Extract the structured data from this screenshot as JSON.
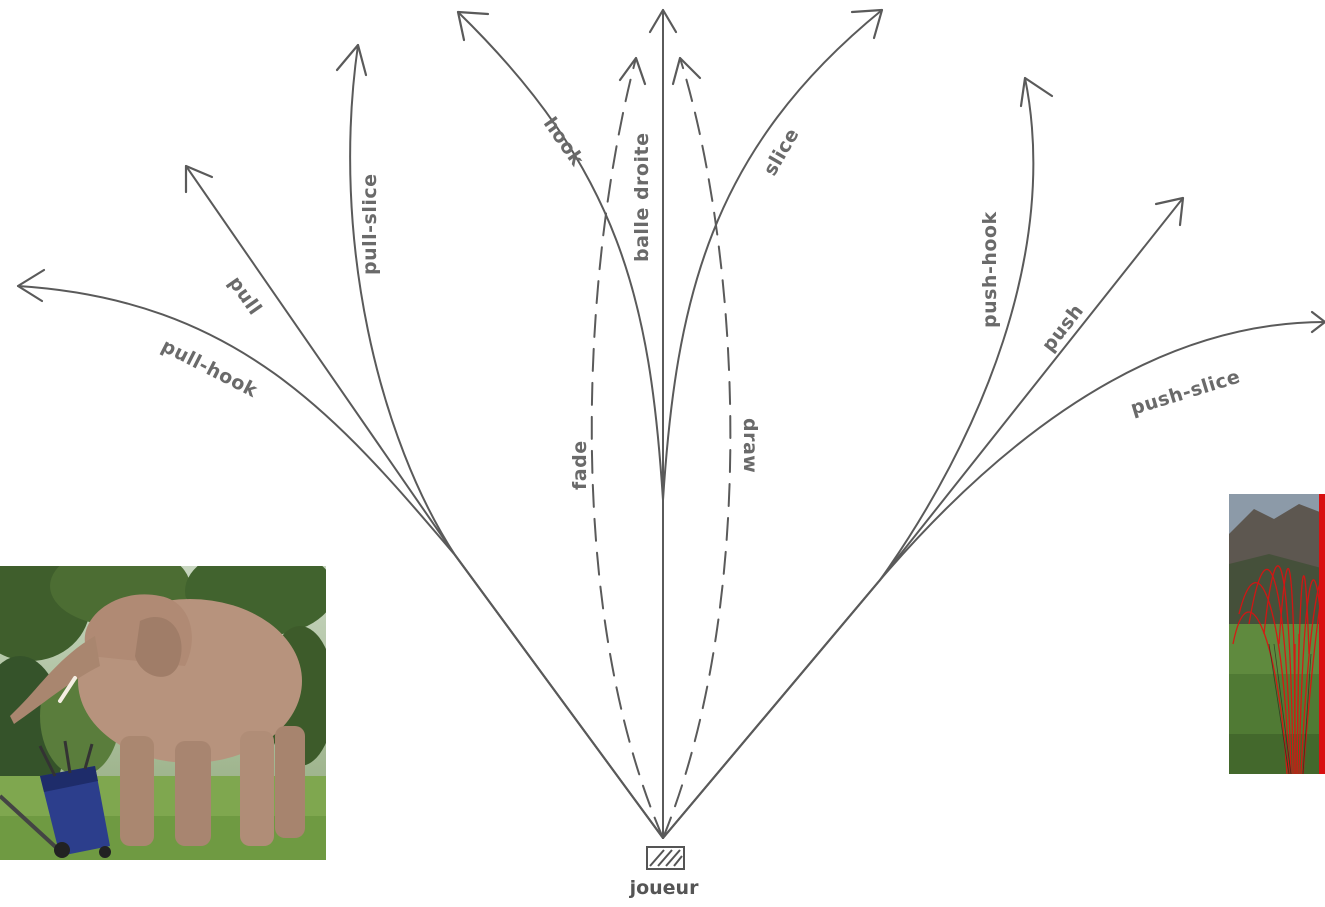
{
  "diagram": {
    "player_label": "joueur",
    "trajectories": [
      {
        "id": "pull-hook",
        "label": "pull-hook",
        "style": "solid"
      },
      {
        "id": "pull",
        "label": "pull",
        "style": "solid"
      },
      {
        "id": "pull-slice",
        "label": "pull-slice",
        "style": "solid"
      },
      {
        "id": "hook",
        "label": "hook",
        "style": "solid"
      },
      {
        "id": "fade",
        "label": "fade",
        "style": "dashed"
      },
      {
        "id": "balle-droite",
        "label": "balle droite",
        "style": "solid"
      },
      {
        "id": "draw",
        "label": "draw",
        "style": "dashed"
      },
      {
        "id": "slice",
        "label": "slice",
        "style": "solid"
      },
      {
        "id": "push-hook",
        "label": "push-hook",
        "style": "solid"
      },
      {
        "id": "push",
        "label": "push",
        "style": "solid"
      },
      {
        "id": "push-slice",
        "label": "push-slice",
        "style": "solid"
      }
    ]
  },
  "photos": {
    "left": {
      "icon": "elephant-with-golf-bag"
    },
    "right": {
      "icon": "golf-simulator-trajectories"
    }
  },
  "colors": {
    "line": "#5a5a5a",
    "trace_red": "#e01010"
  }
}
